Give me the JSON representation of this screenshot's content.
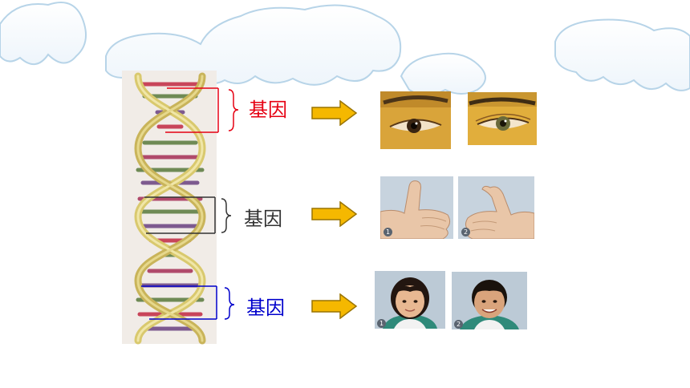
{
  "colors": {
    "gene_1": "#e60012",
    "gene_2": "#333333",
    "gene_3": "#0000cc",
    "arrow_fill": "#f5b800",
    "arrow_stroke": "#9a7400",
    "cloud_stroke": "#b7d4e8"
  },
  "genes": [
    {
      "label": "基因",
      "color": "#e60012"
    },
    {
      "label": "基因",
      "color": "#333333"
    },
    {
      "label": "基因",
      "color": "#0000cc"
    }
  ],
  "traits": [
    {
      "name": "eyelid",
      "images": [
        "single-eyelid-eye",
        "double-eyelid-eye"
      ]
    },
    {
      "name": "thumb",
      "images": [
        "straight-thumb",
        "bent-thumb"
      ],
      "badges": [
        "1",
        "2"
      ]
    },
    {
      "name": "face",
      "images": [
        "girl-portrait",
        "boy-portrait"
      ],
      "badges": [
        "1",
        "2"
      ]
    }
  ]
}
